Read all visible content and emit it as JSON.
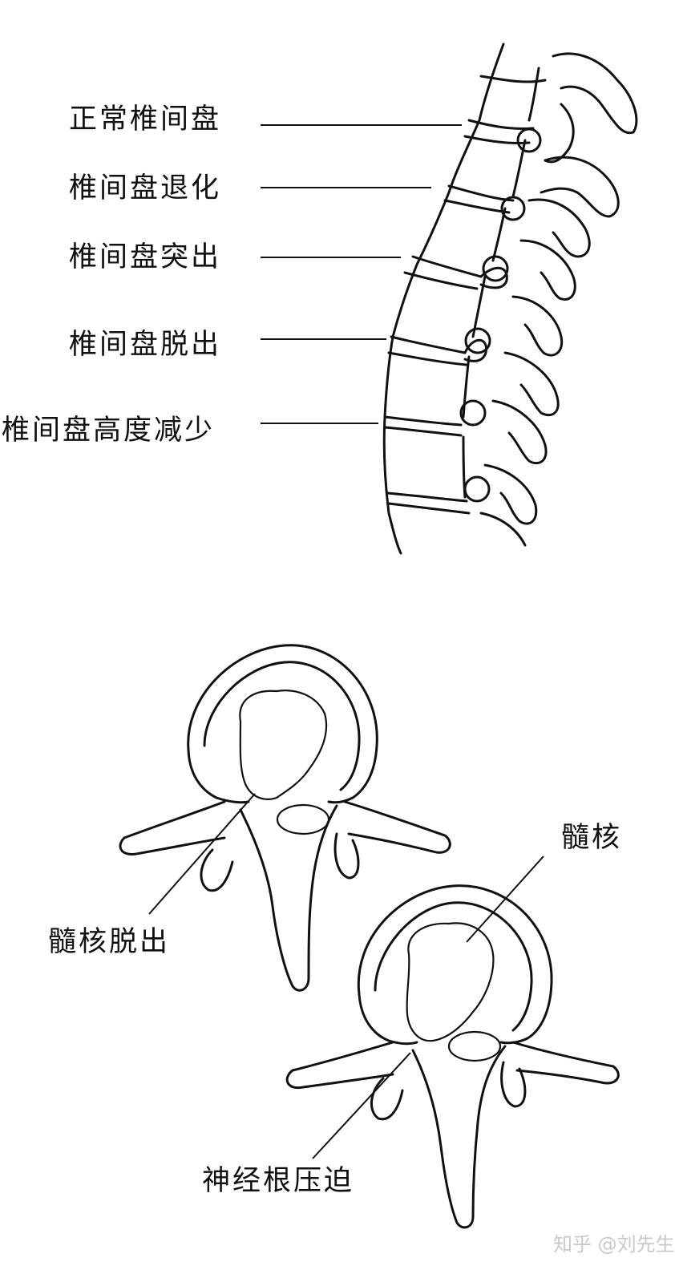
{
  "spine": {
    "labels": [
      "正常椎间盘",
      "椎间盘退化",
      "椎间盘突出",
      "椎间盘脱出",
      "椎间盘高度减少"
    ]
  },
  "vertebra_top": {
    "label": "髓核脱出"
  },
  "vertebra_bottom": {
    "label_nucleus": "髓核",
    "label_nerve": "神经根压迫"
  },
  "watermark": "知乎 @刘先生",
  "colors": {
    "ink": "#111111",
    "paper": "#ffffff",
    "watermark": "#c9c9c9"
  },
  "icons": [
    "spine-illustration",
    "vertebra-illustration"
  ]
}
